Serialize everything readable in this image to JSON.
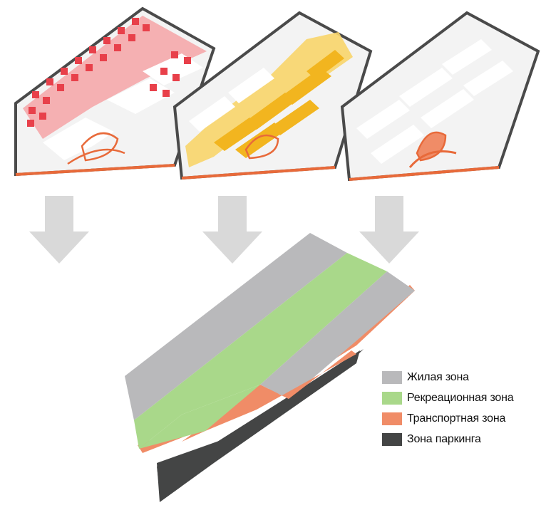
{
  "colors": {
    "residential": "#b9b9bb",
    "recreation": "#a9d88a",
    "transport": "#f08c67",
    "parking": "#444545",
    "arrow": "#d9d9d9",
    "plan_outline": "#4a4a4a",
    "plan_bg": "#f3f3f3",
    "building": "#ffffff",
    "highlight_red": "#e8404a",
    "highlight_red_zone": "#f4a3a6",
    "highlight_yellow": "#f2b51f",
    "highlight_yellow_zone": "#f8d56a",
    "road_orange": "#e86a3a"
  },
  "legend": {
    "items": [
      {
        "label": "Жилая зона",
        "color": "#b9b9bb"
      },
      {
        "label": "Рекреационная зона",
        "color": "#a9d88a"
      },
      {
        "label": "Транспортная зона",
        "color": "#f08c67"
      },
      {
        "label": "Зона паркинга",
        "color": "#444545"
      }
    ]
  }
}
